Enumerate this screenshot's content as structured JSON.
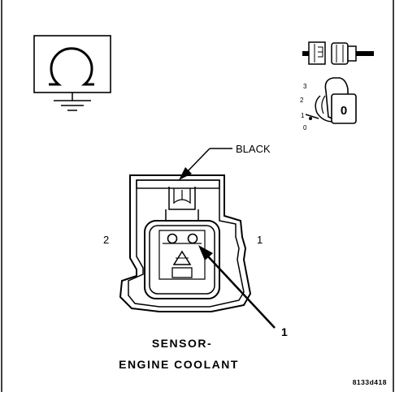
{
  "connector": {
    "color_label": "BLACK",
    "pin_labels": [
      "2",
      "1"
    ],
    "callout": "1"
  },
  "ignition_positions": [
    "3",
    "2",
    "1",
    "0"
  ],
  "ignition_key_label": "0",
  "title_lines": [
    "SENSOR-",
    "ENGINE COOLANT"
  ],
  "figure_ref": "8133d418",
  "icons": {
    "ohmmeter": "ohm-symbol-with-ground",
    "connector": "disconnected-connector-icon",
    "ignition": "ignition-key-switch-icon"
  }
}
